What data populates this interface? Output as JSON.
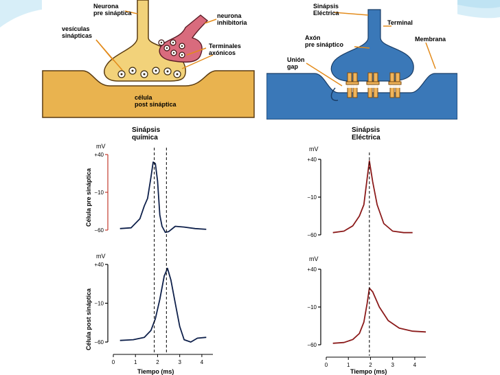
{
  "colors": {
    "chemical_synapse": "#f2d27a",
    "chemical_outline": "#5a3b10",
    "inhibitory_neuron": "#d96b7d",
    "electric_synapse": "#3a78b8",
    "postsynaptic_cell": "#e9b34f",
    "gap_channel": "#f0b45a",
    "chemical_trace": "#0d1f4a",
    "electric_trace": "#8b1a1a",
    "annotation_arrow": "#e38b1b",
    "slide_accent": "#bfe3f3"
  },
  "chemical_diagram": {
    "label_presynaptic": "Neurona\npre sináptica",
    "label_inhibitory": "neurona\ninhibitoria",
    "label_vesicles": "vesículas\nsinápticas",
    "label_terminals": "Terminales\naxónicos",
    "label_postsynaptic": "célula\npost sináptica"
  },
  "electric_diagram": {
    "label_synapse": "Sinápsis\nEléctrica",
    "label_terminal": "Terminal",
    "label_axon": "Axón\npre sináptico",
    "label_membrane": "Membrana",
    "label_gap": "Unión\ngap"
  },
  "chemical_plot": {
    "title": "Sinápsis\nquímica",
    "unit_top": "mV",
    "unit_bottom": "mV",
    "ylabel_top": "Célula pre sináptica",
    "ylabel_bottom": "Célula post sináptica",
    "yticks": [
      "+40",
      "−10",
      "−60"
    ],
    "xticks": [
      "0",
      "1",
      "2",
      "3",
      "4"
    ],
    "xlabel": "Tiempo (ms)"
  },
  "electric_plot": {
    "title": "Sinápsis\nEléctrica",
    "unit_top": "mV",
    "unit_bottom": "mV",
    "yticks": [
      "+40",
      "−10",
      "−60"
    ],
    "xticks": [
      "0",
      "1",
      "2",
      "3",
      "4"
    ],
    "xlabel": "Tiempo (ms)"
  },
  "chart_data": [
    {
      "type": "line",
      "title": "Sinápsis química",
      "xlabel": "Tiempo (ms)",
      "ylabel": "Célula pre sináptica (mV)",
      "xlim": [
        0,
        4.5
      ],
      "ylim": [
        -60,
        40
      ],
      "x": [
        0.3,
        0.8,
        1.2,
        1.4,
        1.55,
        1.7,
        1.8,
        1.9,
        2.0,
        2.1,
        2.2,
        2.35,
        2.5,
        2.8,
        3.2,
        3.7,
        4.2
      ],
      "y": [
        -58,
        -57,
        -45,
        -28,
        -18,
        10,
        30,
        28,
        5,
        -40,
        -55,
        -63,
        -62,
        -55,
        -56,
        -58,
        -59
      ]
    },
    {
      "type": "line",
      "title": "Sinápsis química",
      "xlabel": "Tiempo (ms)",
      "ylabel": "Célula post sináptica (mV)",
      "xlim": [
        0,
        4.5
      ],
      "ylim": [
        -60,
        40
      ],
      "x": [
        0.3,
        0.9,
        1.4,
        1.7,
        1.9,
        2.1,
        2.3,
        2.45,
        2.6,
        2.8,
        3.0,
        3.2,
        3.5,
        3.8,
        4.2
      ],
      "y": [
        -58,
        -57,
        -54,
        -45,
        -30,
        -5,
        25,
        35,
        20,
        -10,
        -40,
        -57,
        -60,
        -55,
        -54
      ]
    },
    {
      "type": "line",
      "title": "Sinápsis Eléctrica",
      "xlabel": "Tiempo (ms)",
      "ylabel": "mV",
      "xlim": [
        0,
        4.5
      ],
      "ylim": [
        -60,
        40
      ],
      "x": [
        0.3,
        0.8,
        1.2,
        1.5,
        1.7,
        1.85,
        1.95,
        2.1,
        2.3,
        2.6,
        3.0,
        3.5,
        3.9
      ],
      "y": [
        -57,
        -55,
        -48,
        -35,
        -20,
        15,
        38,
        10,
        -20,
        -45,
        -55,
        -57,
        -57
      ]
    },
    {
      "type": "line",
      "title": "Sinápsis Eléctrica",
      "xlabel": "Tiempo (ms)",
      "ylabel": "mV",
      "xlim": [
        0,
        4.5
      ],
      "ylim": [
        -60,
        40
      ],
      "x": [
        0.3,
        0.8,
        1.2,
        1.5,
        1.7,
        1.85,
        1.95,
        2.1,
        2.4,
        2.8,
        3.3,
        3.9,
        4.5
      ],
      "y": [
        -58,
        -57,
        -53,
        -45,
        -30,
        -5,
        15,
        10,
        -10,
        -28,
        -38,
        -42,
        -43
      ]
    }
  ]
}
